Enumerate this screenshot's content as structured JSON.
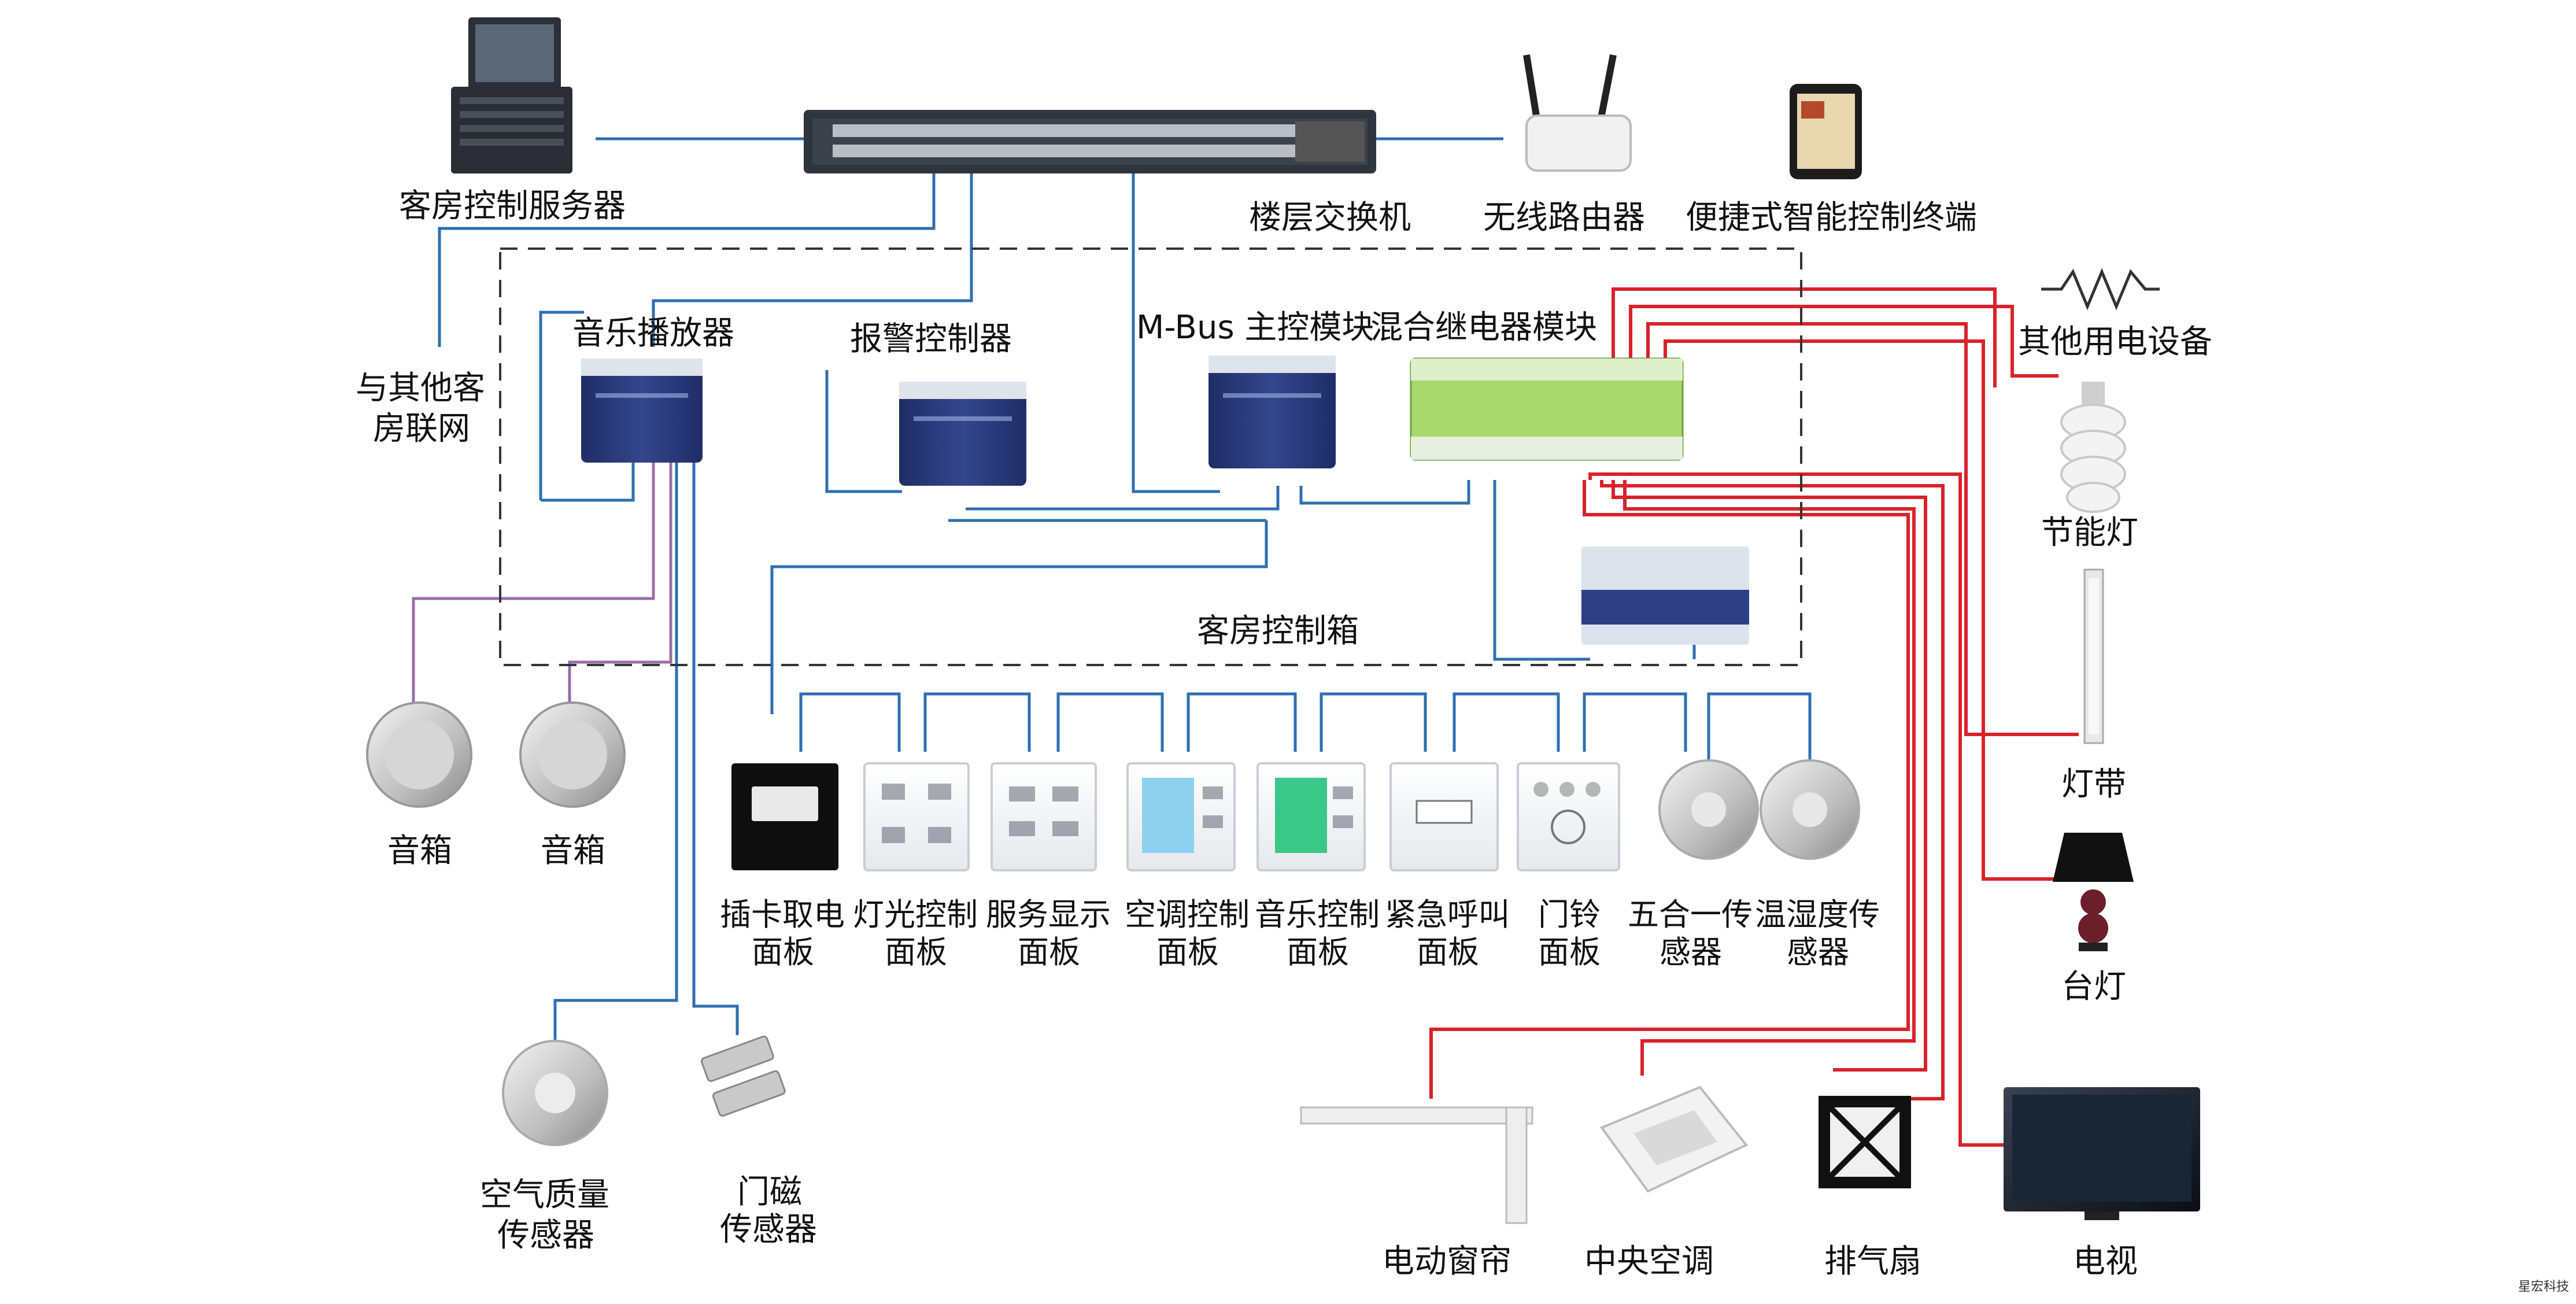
{
  "labels": {
    "server": "客房控制服务器",
    "switch": "楼层交换机",
    "router": "无线路由器",
    "terminal": "便捷式智能控制终端",
    "network_line1": "与其他客",
    "network_line2": "房联网",
    "music_player": "音乐播放器",
    "alarm_controller": "报警控制器",
    "mbus": "M-Bus 主控模块",
    "relay": "混合继电器模块",
    "control_box": "客房控制箱",
    "other_devices": "其他用电设备",
    "cfl": "节能灯",
    "light_strip": "灯带",
    "desk_lamp": "台灯",
    "speaker1": "音箱",
    "speaker2": "音箱",
    "panels": [
      {
        "line1": "插卡取电",
        "line2": "面板"
      },
      {
        "line1": "灯光控制",
        "line2": "面板"
      },
      {
        "line1": "服务显示",
        "line2": "面板"
      },
      {
        "line1": "空调控制",
        "line2": "面板"
      },
      {
        "line1": "音乐控制",
        "line2": "面板"
      },
      {
        "line1": "紧急呼叫",
        "line2": "面板"
      },
      {
        "line1": "门铃",
        "line2": "面板"
      },
      {
        "line1": "五合一传",
        "line2": "感器"
      },
      {
        "line1": "温湿度传",
        "line2": "感器"
      }
    ],
    "air_sensor_line1": "空气质量",
    "air_sensor_line2": "传感器",
    "door_sensor_line1": "门磁",
    "door_sensor_line2": "传感器",
    "curtain": "电动窗帘",
    "ac": "中央空调",
    "fan": "排气扇",
    "tv": "电视",
    "watermark": "星宏科技"
  },
  "colors": {
    "module_blue": "#2a3a78",
    "relay_green": "#9bd35a",
    "red_wire": "#d8232a",
    "blue_wire": "#2f6fb0",
    "purple_wire": "#9a6ea6"
  }
}
